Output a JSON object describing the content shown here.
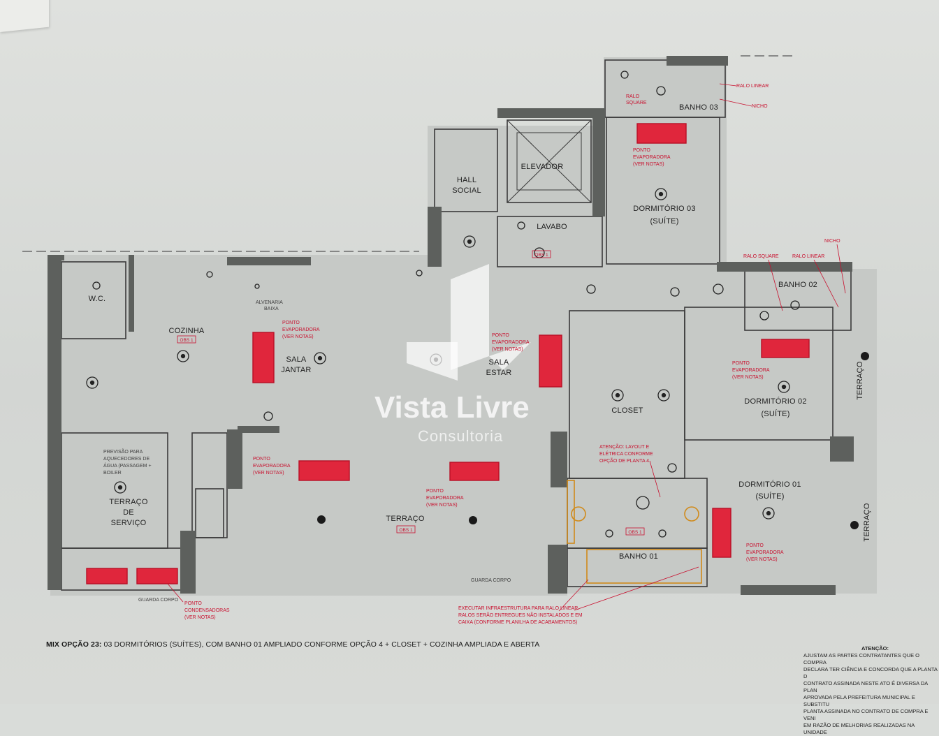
{
  "rooms": {
    "hall_social": [
      "HALL",
      "SOCIAL"
    ],
    "elevador": "ELEVADOR",
    "lavabo": "LAVABO",
    "banho03": "BANHO 03",
    "dorm03": [
      "DORMITÓRIO 03",
      "(SUÍTE)"
    ],
    "wc": "W.C.",
    "cozinha": "COZINHA",
    "sala_jantar": [
      "SALA",
      "JANTAR"
    ],
    "sala_estar": [
      "SALA",
      "ESTAR"
    ],
    "closet": "CLOSET",
    "banho02": "BANHO 02",
    "dorm02": [
      "DORMITÓRIO 02",
      "(SUÍTE)"
    ],
    "dorm01": [
      "DORMITÓRIO 01",
      "(SUÍTE)"
    ],
    "banho01": "BANHO 01",
    "terraco_servico": [
      "TERRAÇO",
      "DE",
      "SERVIÇO"
    ],
    "terraco": "TERRAÇO",
    "terraco_right_top": "TERRAÇO",
    "terraco_right_bottom": "TERRAÇO"
  },
  "notes": {
    "obs": "OBS 1",
    "ralo_linear": "RALO LINEAR",
    "nicho": "NICHO",
    "ralo_square": [
      "RALO",
      "SQUARE"
    ],
    "ralo_square_inline": "RALO SQUARE",
    "ponto_evaporadora": [
      "PONTO",
      "EVAPORADORA",
      "(VER NOTAS)"
    ],
    "ponto_condensadoras": [
      "PONTO",
      "CONDENSADORAS",
      "(VER NOTAS)"
    ],
    "alvenaria": [
      "ALVENARIA",
      "BAIXA"
    ],
    "previsao": [
      "PREVISÃO PARA",
      "AQUECEDORES DE",
      "ÁGUA (PASSAGEM +",
      "BOILER"
    ],
    "atencao_layout": [
      "ATENÇÃO: LAYOUT E",
      "ELÉTRICA CONFORME",
      "OPÇÃO DE PLANTA 4"
    ],
    "guarda_corpo": "GUARDA CORPO",
    "executar": [
      "EXECUTAR INFRAESTRUTURA PARA RALO LINEAR.",
      "RALOS SERÃO ENTREGUES NÃO INSTALADOS E EM",
      "CAIXA (CONFORME PLANILHA DE ACABAMENTOS)"
    ]
  },
  "watermark": {
    "title": "Vista Livre",
    "subtitle": "Consultoria"
  },
  "caption": {
    "bold": "MIX OPÇÃO 23:",
    "rest": " 03 DORMITÓRIOS (SUÍTES), COM BANHO 01 AMPLIADO CONFORME OPÇÃO 4 + CLOSET + COZINHA AMPLIADA E ABERTA"
  },
  "notice": {
    "heading": "ATENÇÃO:",
    "lines": [
      "AJUSTAM AS PARTES CONTRATANTES QUE O COMPRA",
      "DECLARA TER CIÊNCIA E CONCORDA QUE A PLANTA D",
      "CONTRATO ASSINADA NESTE ATO É DIVERSA DA PLAN",
      "APROVADA PELA PREFEITURA MUNICIPAL E SUBSTITU",
      "PLANTA ASSINADA NO CONTRATO DE COMPRA E VENI",
      "EM RAZÃO DE MELHORIAS REALIZADAS NA UNIDADE"
    ]
  },
  "colors": {
    "wall": "#5d605d",
    "floor": "#c6c9c6",
    "ac_unit": "#e0263c",
    "annotation": "#c8102e"
  }
}
